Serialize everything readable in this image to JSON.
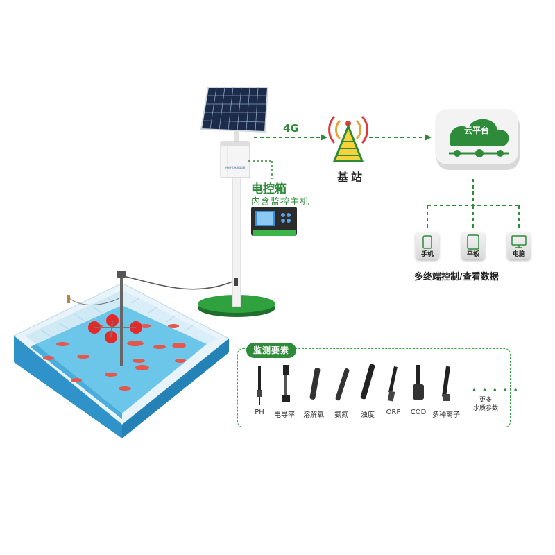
{
  "labels": {
    "link": "4G",
    "station": "基站",
    "box_title": "电控箱",
    "box_sub": "内含监控主机",
    "cloud": "云平台",
    "terminals_desc": "多终端控制/查看数据",
    "panel_title": "监测要素",
    "box_plate": "在线式水质监测"
  },
  "terminals": [
    "手机",
    "平板",
    "电脑"
  ],
  "probes": [
    "PH",
    "电导率",
    "溶解氧",
    "氨氮",
    "浊度",
    "ORP",
    "COD",
    "多种离子"
  ],
  "more": {
    "line1": "更多",
    "line2": "水质参数"
  },
  "colors": {
    "accent": "#2e8b3a",
    "water": "#3aa7d8",
    "pool_side": "#2b8fc4",
    "lawn": "#2e8b3a"
  }
}
